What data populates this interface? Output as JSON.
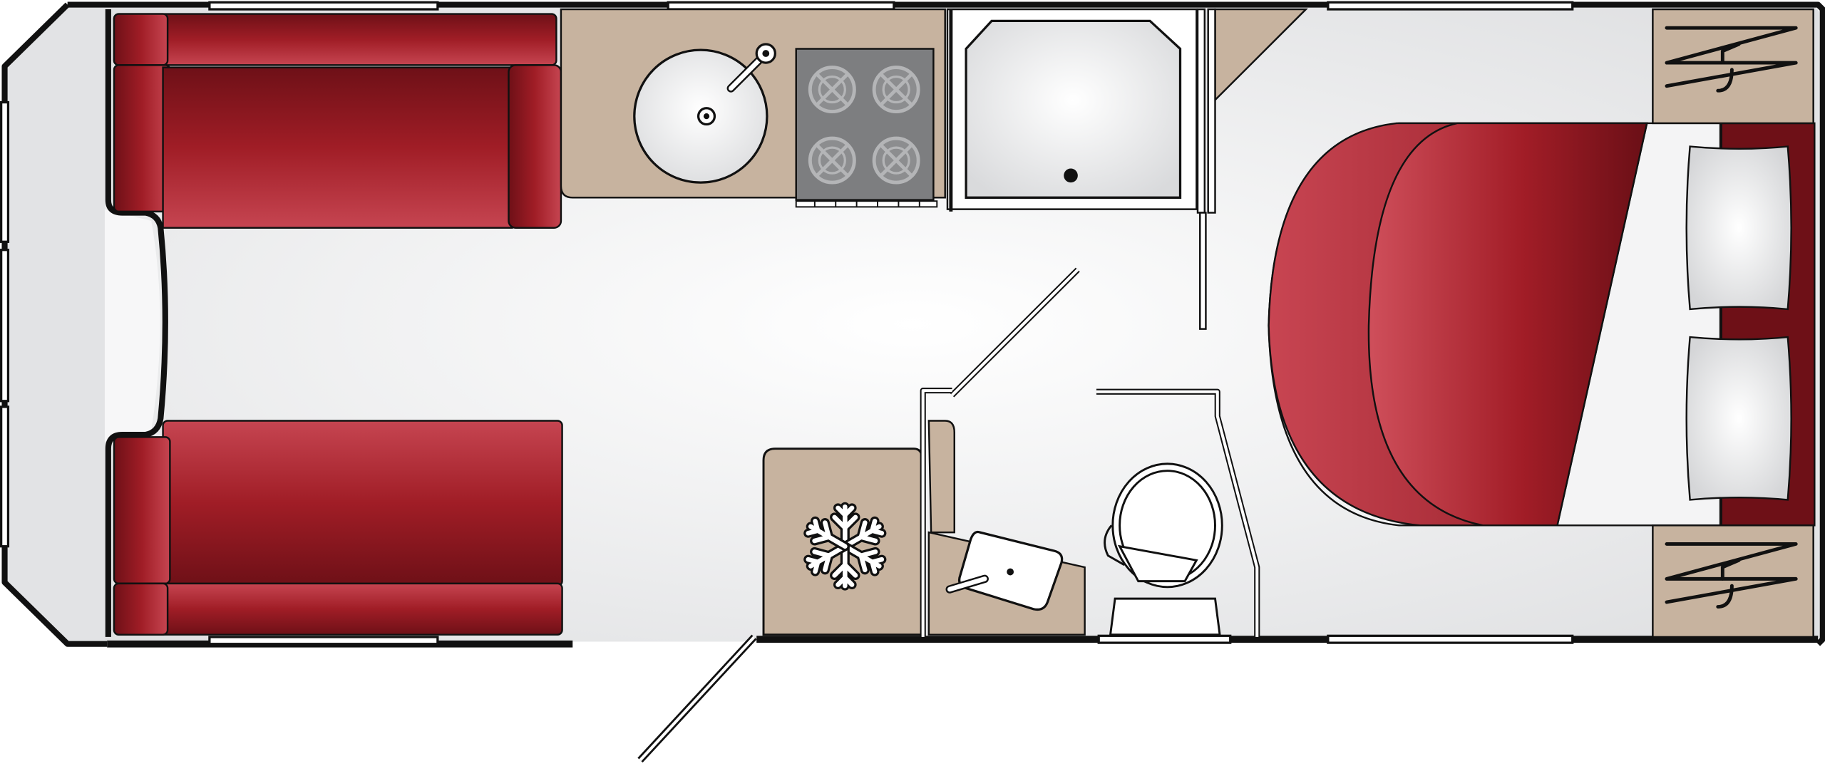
{
  "diagram": {
    "type": "caravan-floor-plan",
    "colors": {
      "outline": "#111111",
      "floor": "#ececed",
      "upholstery": "#9e1c24",
      "upholstery_dark": "#6e1017",
      "upholstery_light": "#c84a55",
      "worktop": "#c7b39f",
      "hob": "#7d7e80",
      "linen": "#f6f6f6"
    },
    "areas": [
      {
        "id": "front-lounge-sofa-left",
        "kind": "upholstery"
      },
      {
        "id": "front-lounge-sofa-right",
        "kind": "upholstery"
      },
      {
        "id": "kitchen-worktop",
        "kind": "worktop"
      },
      {
        "id": "sink",
        "kind": "fixture"
      },
      {
        "id": "hob",
        "kind": "fixture",
        "burners": 4
      },
      {
        "id": "fridge",
        "kind": "worktop"
      },
      {
        "id": "shower",
        "kind": "fixture"
      },
      {
        "id": "washroom-vanity",
        "kind": "worktop"
      },
      {
        "id": "toilet",
        "kind": "fixture"
      },
      {
        "id": "rear-double-bed",
        "kind": "upholstery",
        "pillows": 2
      },
      {
        "id": "wardrobe-left",
        "kind": "worktop"
      },
      {
        "id": "wardrobe-right",
        "kind": "worktop"
      },
      {
        "id": "entrance-door",
        "kind": "door"
      }
    ]
  }
}
